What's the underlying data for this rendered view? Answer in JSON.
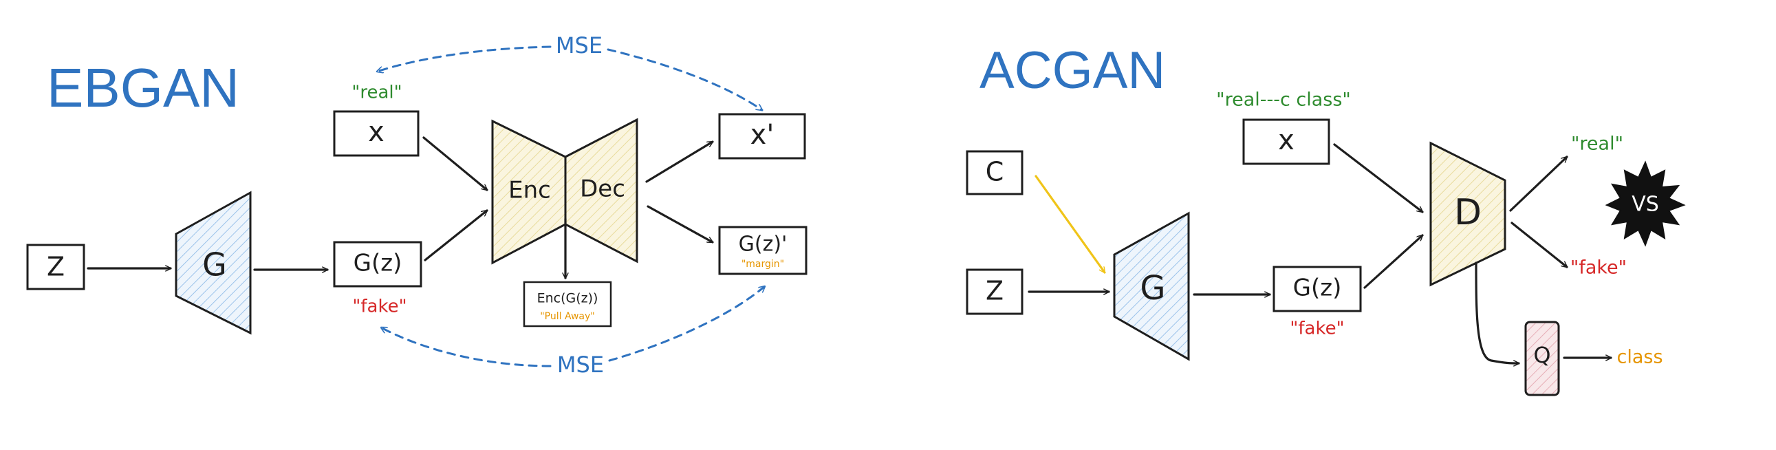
{
  "ebgan": {
    "title": "EBGAN",
    "z_label": "Z",
    "g_label": "G",
    "x_label": "x",
    "gz_label": "G(z)",
    "enc_label": "Enc",
    "dec_label": "Dec",
    "xprime_label": "x'",
    "gzprime_label": "G(z)'",
    "margin_label": "\"margin\"",
    "encgz_label": "Enc(G(z))",
    "pullaway_label": "\"Pull Away\"",
    "real_label": "\"real\"",
    "fake_label": "\"fake\"",
    "mse_top": "MSE",
    "mse_bottom": "MSE"
  },
  "acgan": {
    "title": "ACGAN",
    "c_label": "C",
    "z_label": "Z",
    "g_label": "G",
    "x_label": "x",
    "gz_label": "G(z)",
    "d_label": "D",
    "q_label": "Q",
    "real_class_label": "\"real---c class\"",
    "fake_label": "\"fake\"",
    "out_real_label": "\"real\"",
    "out_fake_label": "\"fake\"",
    "class_label": "class",
    "vs_label": "VS"
  },
  "colors": {
    "title_blue": "#2f73c0",
    "generator_fill": "#dbe9f6",
    "encdec_fill": "#f7f1d6",
    "q_fill": "#f4d9dc",
    "green": "#2e8b2e",
    "red": "#d62828",
    "orange": "#e69500",
    "yellow_arrow": "#f0c419"
  }
}
